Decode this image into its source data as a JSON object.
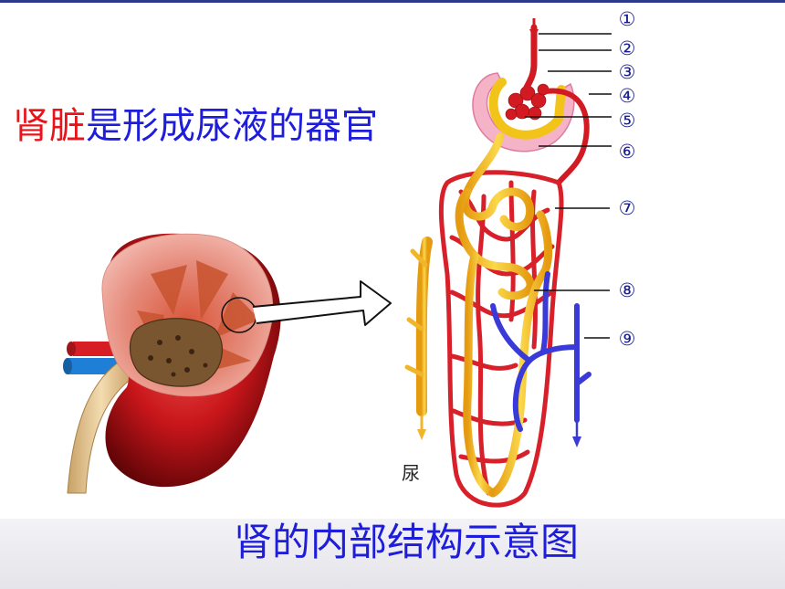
{
  "title": {
    "part1": "肾脏",
    "part2": "是形成尿液的器官"
  },
  "caption": "肾的内部结构示意图",
  "urine_label": "尿",
  "labels": [
    "①",
    "②",
    "③",
    "④",
    "⑤",
    "⑥",
    "⑦",
    "⑧",
    "⑨"
  ],
  "colors": {
    "title_red": "#e8141b",
    "title_blue": "#1d1ddb",
    "artery_red": "#e02028",
    "vein_blue": "#3a3ad8",
    "tubule_yellow": "#f4c21c",
    "label_blue": "#1a1f8f"
  }
}
